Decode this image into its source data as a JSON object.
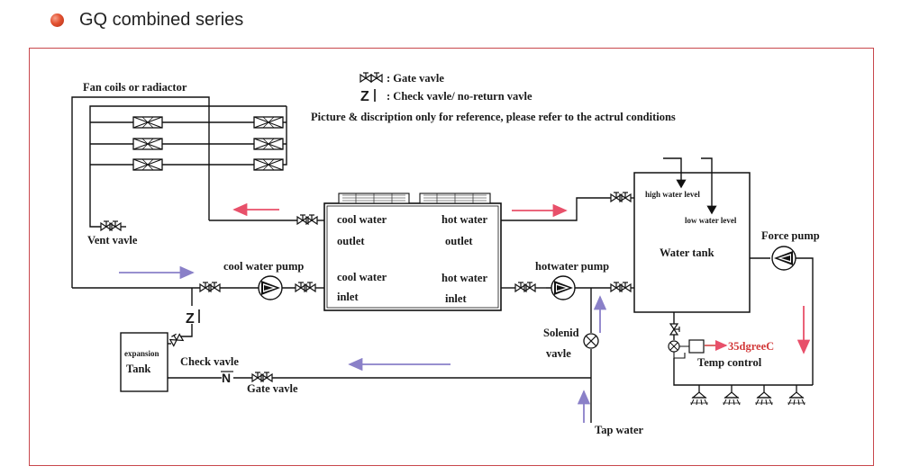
{
  "heading": {
    "text": "GQ combined series",
    "bullet_color": "#e2502f"
  },
  "frame_color": "#c8474c",
  "legend": {
    "gate_valve": ": Gate vavle",
    "check_valve": ": Check vavle/ no-return vavle",
    "note": "Picture & discription only for reference, please refer to the actrul conditions"
  },
  "labels": {
    "fan_coils": "Fan coils or radiactor",
    "vent_valve": "Vent vavle",
    "cool_water_pump": "cool water pump",
    "cool_water_outlet_1": "cool water",
    "cool_water_outlet_2": "outlet",
    "hot_water_outlet_1": "hot water",
    "hot_water_outlet_2": "outlet",
    "cool_water_inlet_1": "cool water",
    "cool_water_inlet_2": "inlet",
    "hot_water_inlet_1": "hot water",
    "hot_water_inlet_2": "inlet",
    "hotwater_pump": "hotwater pump",
    "high_water_level": "high water level",
    "low_water_level": "low water level",
    "water_tank": "Water tank",
    "force_pump": "Force pump",
    "solenoid_valve_1": "Solenid",
    "solenoid_valve_2": "vavle",
    "expansion_1": "expansion",
    "expansion_2": "Tank",
    "check_valve": "Check vavle",
    "gate_valve": "Gate vavle",
    "temp_value": "35dgreeC",
    "temp_control": "Temp control",
    "tap_water": "Tap water"
  },
  "colors": {
    "flow_hot": "#e8506a",
    "flow_cool": "#8a80c8",
    "temp": "#d23a3a",
    "line": "#111111"
  }
}
